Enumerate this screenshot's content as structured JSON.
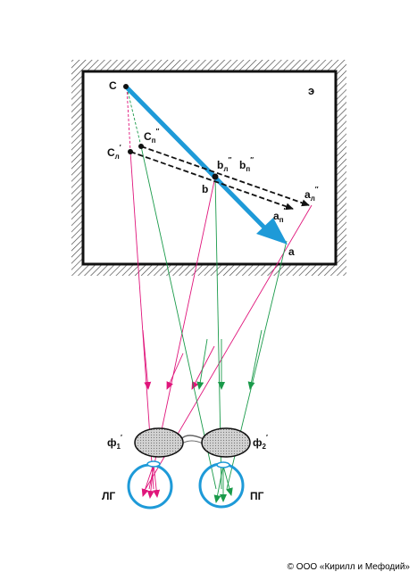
{
  "screen": {
    "label": "э"
  },
  "points": {
    "c": "C",
    "c_left": "C",
    "c_left_sub": "л",
    "c_left_sup": "′",
    "c_right": "C",
    "c_right_sub": "п",
    "c_right_sup": "″",
    "b": "b",
    "b_left": "b",
    "b_left_sub": "л",
    "b_left_sup": "″",
    "b_right": "b",
    "b_right_sub": "п",
    "b_right_sup": "″",
    "a": "a",
    "a_left": "a",
    "a_left_sub": "л",
    "a_left_sup": "″",
    "a_right": "a",
    "a_right_sub": "п",
    "a_right_sup": "′"
  },
  "filters": {
    "left": "ф",
    "left_sub": "1",
    "left_sup": "′",
    "right": "ф",
    "right_sub": "2",
    "right_sup": "′"
  },
  "eyes": {
    "left": "ЛГ",
    "right": "ПГ"
  },
  "colors": {
    "blue": "#1e9ad8",
    "magenta": "#e0157b",
    "green": "#1a9a4a",
    "black": "#111111",
    "lens_fill": "#cfcfcf"
  },
  "copyright": "© ООО «Кирилл и Мефодий»"
}
